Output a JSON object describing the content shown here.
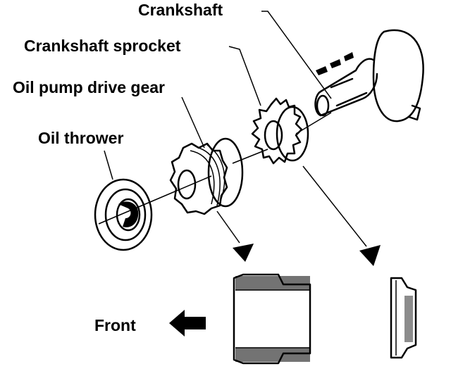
{
  "labels": {
    "crankshaft": "Crankshaft",
    "crankshaft_sprocket": "Crankshaft sprocket",
    "oil_pump_drive_gear": "Oil pump drive gear",
    "oil_thrower": "Oil thrower",
    "front": "Front"
  },
  "colors": {
    "ink": "#000000",
    "paper": "#ffffff"
  },
  "icons": {
    "front_arrow": "arrow-left-icon",
    "detail_arrows": "arrow-down-icon"
  }
}
